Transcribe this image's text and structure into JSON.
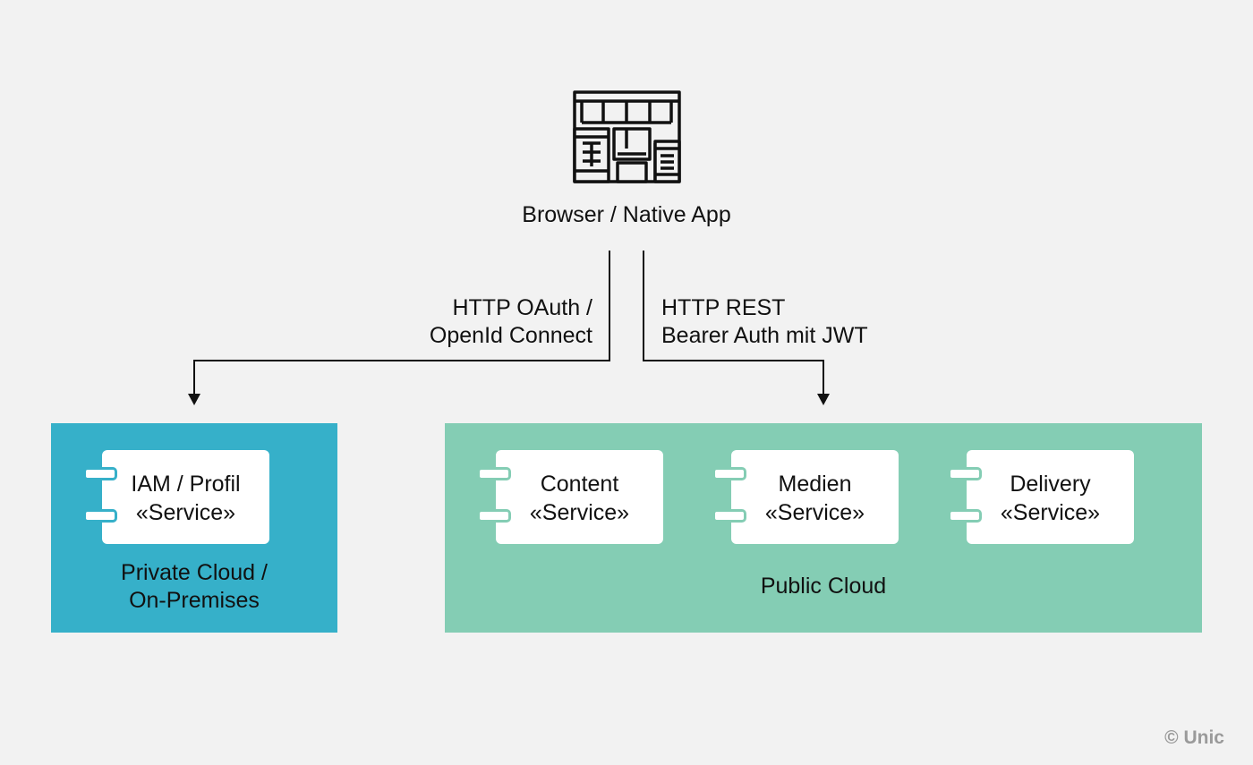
{
  "client": {
    "label": "Browser / Native App",
    "icon": "multi-device-icon"
  },
  "connections": {
    "left_label": [
      "HTTP OAuth /",
      "OpenId Connect"
    ],
    "right_label": [
      "HTTP REST",
      "Bearer Auth mit JWT"
    ]
  },
  "clouds": {
    "private": {
      "label": [
        "Private Cloud /",
        "On-Premises"
      ],
      "color": "#36b0c9",
      "components": [
        {
          "name": "IAM / Profil",
          "stereotype": "«Service»"
        }
      ]
    },
    "public": {
      "label": "Public Cloud",
      "color": "#84cdb4",
      "components": [
        {
          "name": "Content",
          "stereotype": "«Service»"
        },
        {
          "name": "Medien",
          "stereotype": "«Service»"
        },
        {
          "name": "Delivery",
          "stereotype": "«Service»"
        }
      ]
    }
  },
  "copyright": "© Unic",
  "colors": {
    "background": "#f2f2f2",
    "line": "#111111"
  }
}
